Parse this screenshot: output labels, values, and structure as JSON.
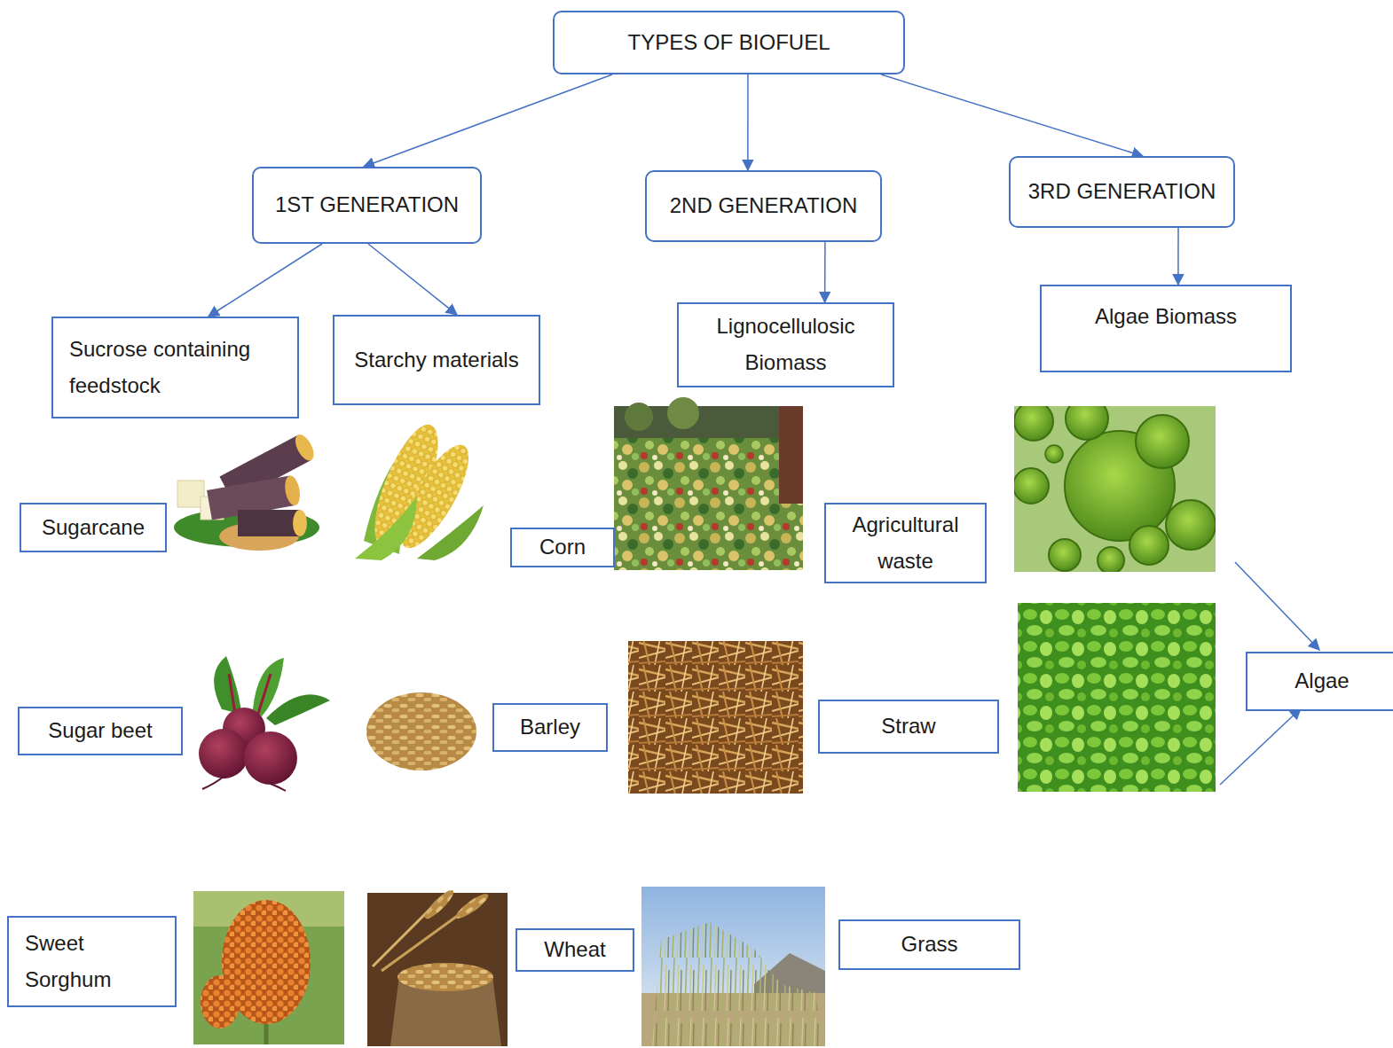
{
  "diagram": {
    "nodes": [
      {
        "text": [
          "TYPES OF BIOFUEL"
        ]
      },
      {
        "text": [
          "1ST GENERATION"
        ]
      },
      {
        "text": [
          "2ND GENERATION"
        ]
      },
      {
        "text": [
          "3RD GENERATION"
        ]
      },
      {
        "text": [
          "Sucrose containing feedstock"
        ]
      },
      {
        "text": [
          "Starchy materials"
        ]
      },
      {
        "text": [
          "Lignocellulosic Biomass"
        ]
      },
      {
        "text": [
          "Algae Biomass"
        ]
      },
      {
        "text": [
          "Sugarcane"
        ]
      },
      {
        "text": [
          "Corn"
        ]
      },
      {
        "text": [
          "Agricultural waste"
        ]
      },
      {
        "text": [
          "Sugar beet"
        ]
      },
      {
        "text": [
          "Barley"
        ]
      },
      {
        "text": [
          "Straw"
        ]
      },
      {
        "text": [
          "Algae"
        ]
      },
      {
        "text": [
          "Sweet Sorghum"
        ]
      },
      {
        "text": [
          "Wheat"
        ]
      },
      {
        "text": [
          "Grass"
        ]
      }
    ],
    "edges": [
      {
        "from": 0,
        "to": 1,
        "arrow": "to"
      },
      {
        "from": 0,
        "to": 2,
        "arrow": "to"
      },
      {
        "from": 0,
        "to": 3,
        "arrow": "to"
      },
      {
        "from": 1,
        "to": 4,
        "arrow": "to"
      },
      {
        "from": 1,
        "to": 5,
        "arrow": "to"
      },
      {
        "from": 2,
        "to": 6,
        "arrow": "to"
      },
      {
        "from": 3,
        "to": 7,
        "arrow": "to"
      }
    ]
  }
}
